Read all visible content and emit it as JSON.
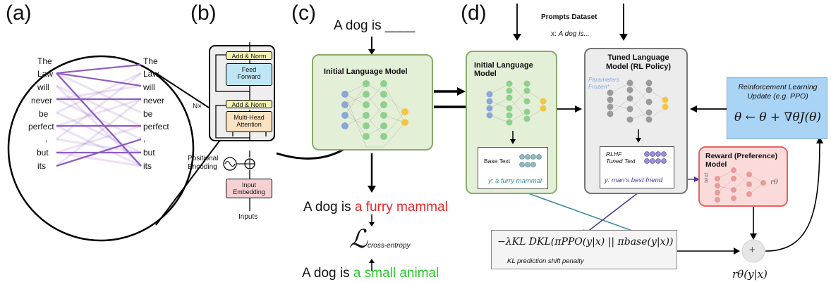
{
  "panels": {
    "a": {
      "label": "(a)",
      "left_words": [
        "The",
        "Law",
        "will",
        "never",
        "be",
        "perfect",
        ",",
        "but",
        "its"
      ],
      "right_words": [
        "The",
        "Law",
        "will",
        "never",
        "be",
        "perfect",
        ",",
        "but",
        "its"
      ]
    },
    "b": {
      "label": "(b)",
      "add_norm_top": "Add & Norm",
      "feed_forward": "Feed\nForward",
      "add_norm_mid": "Add & Norm",
      "attention": "Multi-Head\nAttention",
      "nx": "N×",
      "positional_encoding": "Positional\nEncoding",
      "input_embedding": "Input\nEmbedding",
      "inputs": "Inputs"
    },
    "c": {
      "label": "(c)",
      "prompt": "A dog is ____",
      "model_title": "Initial Language Model",
      "output_prefix": "A dog is ",
      "output_suffix": "a furry mammal",
      "loss_symbol": "ℒ",
      "loss_subscript": "cross-entropy",
      "target_prefix": "A dog is ",
      "target_suffix": "a small animal"
    },
    "d": {
      "label": "(d)",
      "dataset_title": "Prompts Dataset",
      "dataset_example_prefix": "x: ",
      "dataset_example": "A dog is...",
      "initial_model_title": "Initial Language Model",
      "base_text": "Base Text",
      "base_output": "y: a furry mammal",
      "tuned_model_title": "Tuned Language\nModel (RL Policy)",
      "frozen_note": "Parameters\nFrozen*",
      "rlhf_text": "RLHF\nTuned Text",
      "tuned_output": "y: man's best friend",
      "rl_update_title": "Reinforcement Learning\nUpdate (e.g. PPO)",
      "rl_update_formula": "θ ← θ + ∇θJ(θ)",
      "reward_title": "Reward (Preference)\nModel",
      "reward_input": "text",
      "reward_output": "rθ",
      "kl_formula": "−λKL DKL(πPPO(y|x) || πbase(y|x))",
      "kl_caption": "KL prediction shift penalty",
      "plus": "+",
      "reward_sum": "rθ(y|x)"
    }
  },
  "colors": {
    "attention_purple": "#8e5cc0",
    "model_green_fill": "#e3efd6",
    "model_green_border": "#8aaa6a",
    "tuned_gray_fill": "#ececec",
    "tuned_gray_border": "#777777",
    "rl_blue_fill": "#a9d4f5",
    "reward_pink_fill": "#fbdada",
    "reward_red_border": "#e06666",
    "feed_forward_blue": "#bfe6f5",
    "attention_orange": "#fbe2c0",
    "add_norm_yellow": "#f4f3b5",
    "embedding_pink": "#f7d0d4",
    "red_text": "#e8262a",
    "green_text": "#2ec82e"
  }
}
